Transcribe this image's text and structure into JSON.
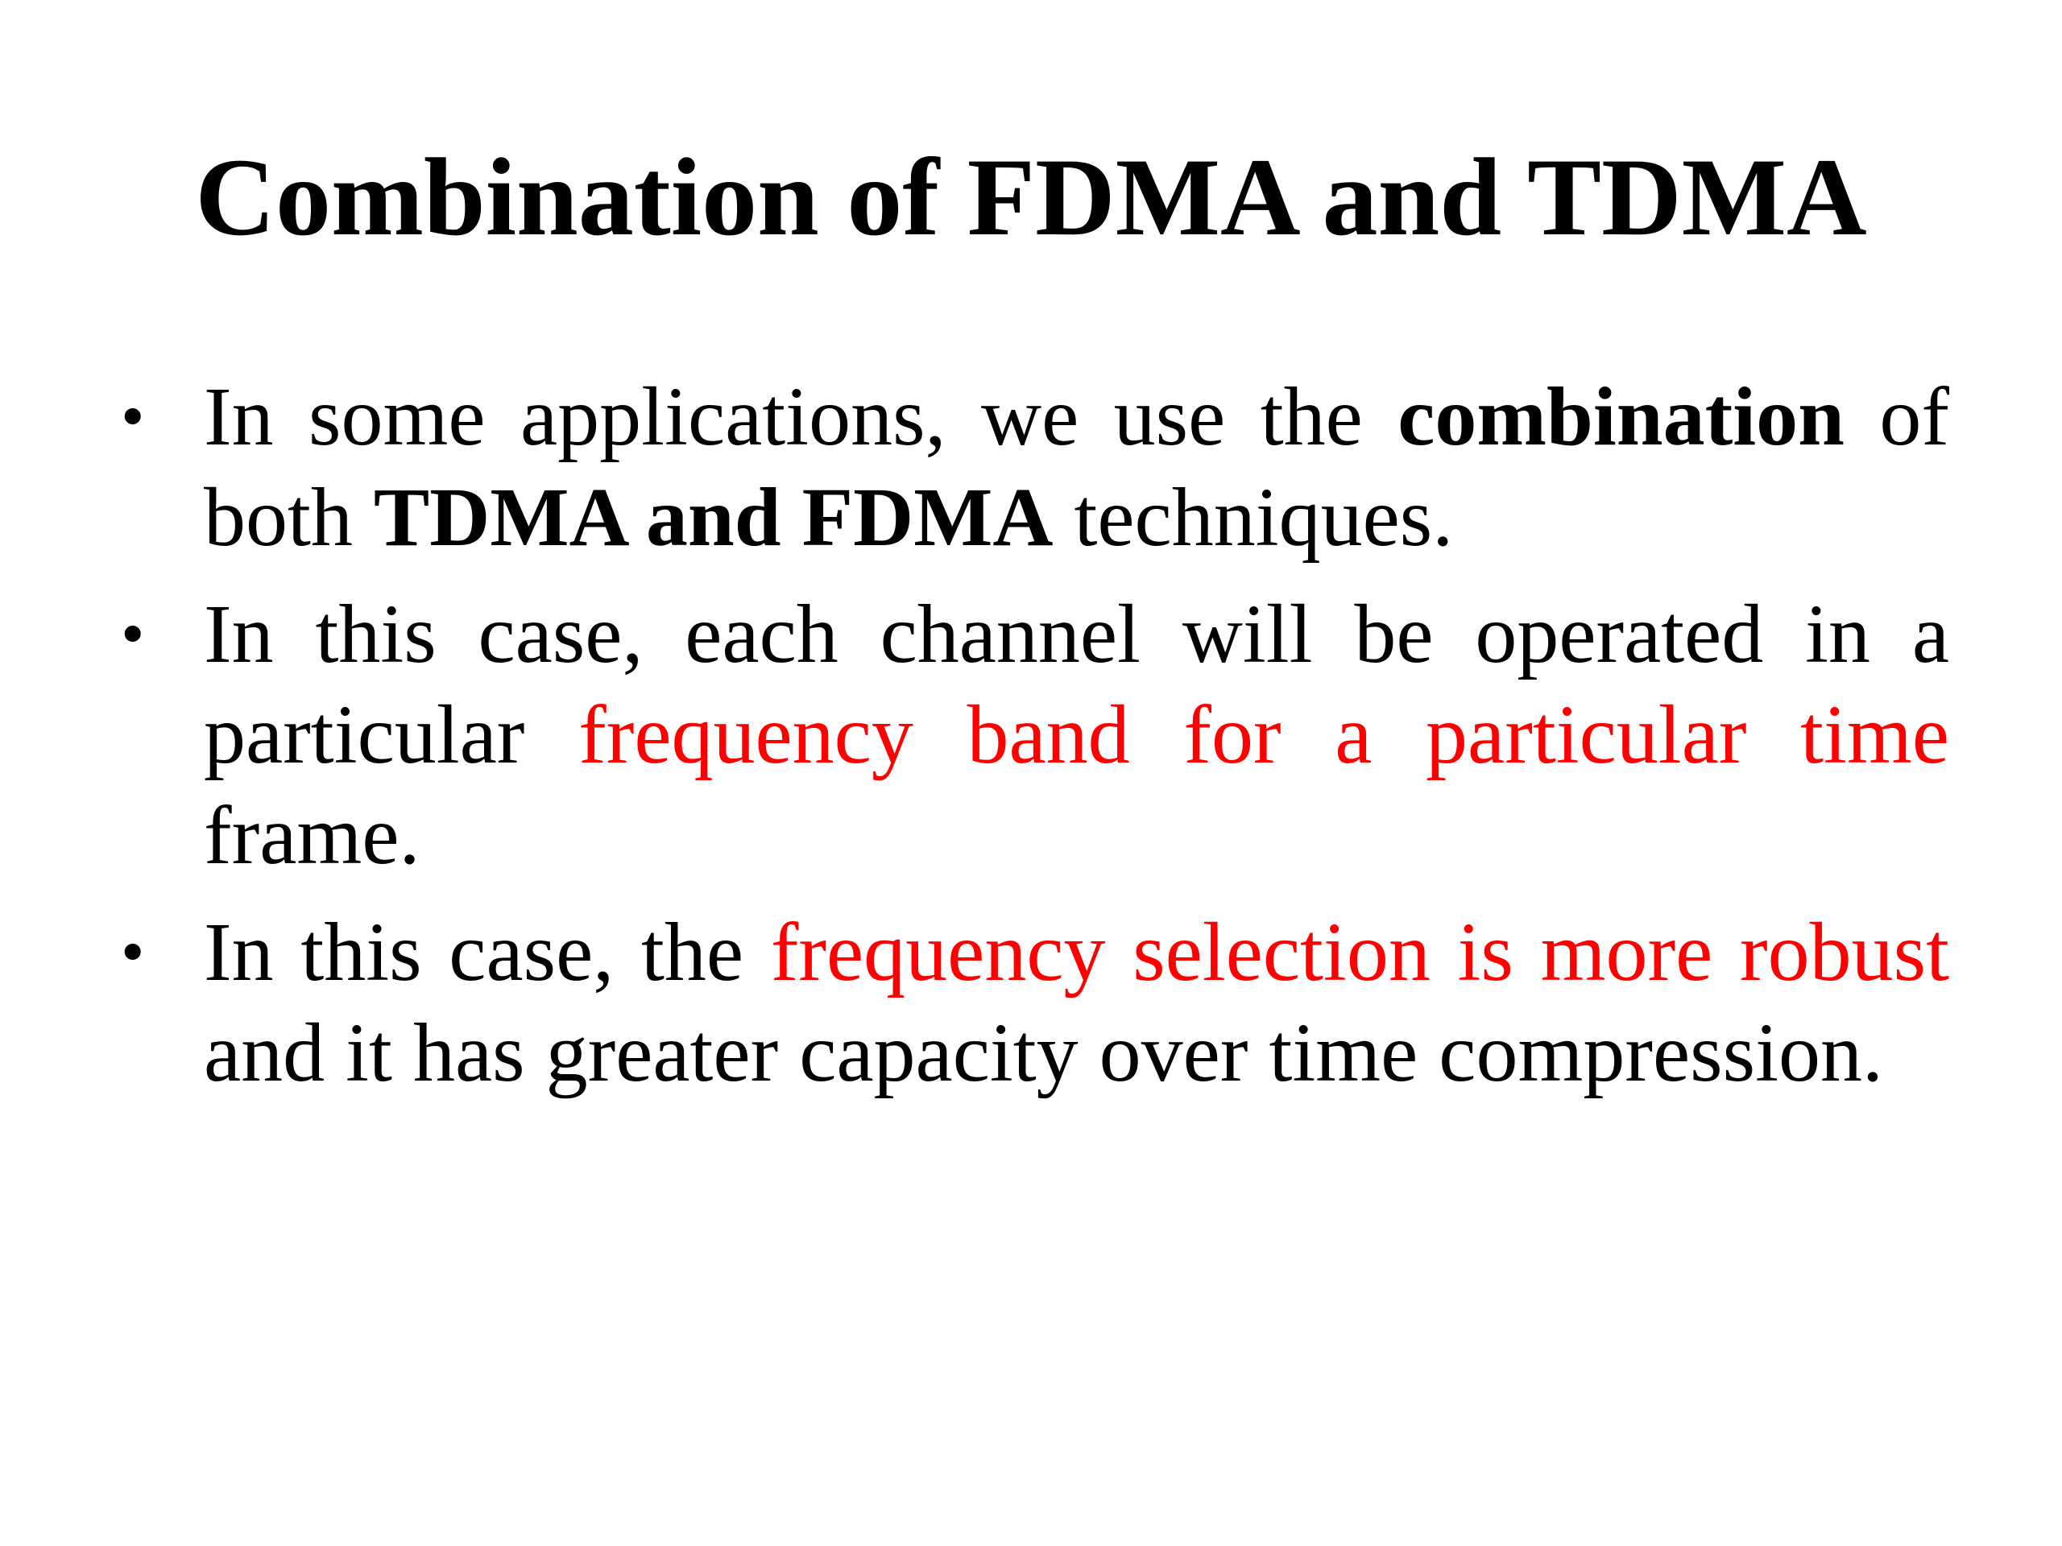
{
  "slide": {
    "title": "Combination of FDMA and TDMA",
    "bullet_glyph": "•",
    "highlight_color": "#ff0000",
    "bullets": [
      {
        "segments": [
          {
            "text": "In some applications, we use the ",
            "style": "normal"
          },
          {
            "text": "combination",
            "style": "bold"
          },
          {
            "text": " of both ",
            "style": "normal"
          },
          {
            "text": "TDMA and FDMA",
            "style": "bold"
          },
          {
            "text": " techniques.",
            "style": "normal"
          }
        ]
      },
      {
        "segments": [
          {
            "text": "In this case, each channel will be operated in a particular ",
            "style": "normal"
          },
          {
            "text": "frequency band for a particular time",
            "style": "red"
          },
          {
            "text": " frame.",
            "style": "normal"
          }
        ]
      },
      {
        "segments": [
          {
            "text": "In this case, the ",
            "style": "normal"
          },
          {
            "text": "frequency selection is more robust",
            "style": "red"
          },
          {
            "text": " and it has greater capacity over time compression.",
            "style": "normal"
          }
        ]
      }
    ]
  }
}
